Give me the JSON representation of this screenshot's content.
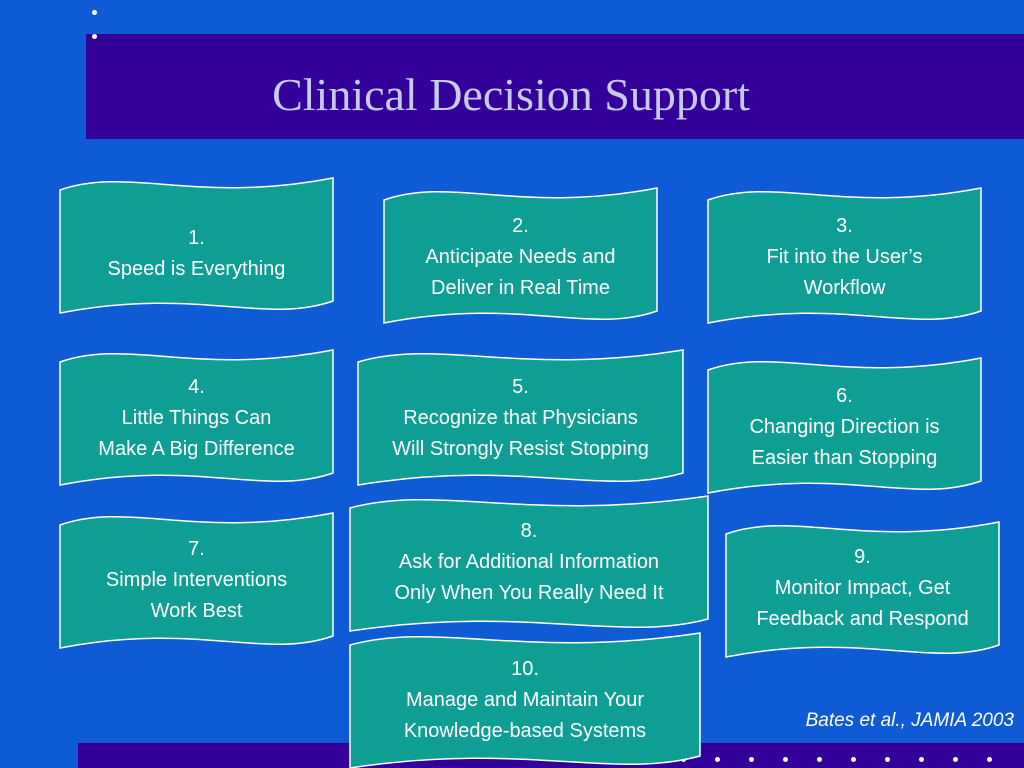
{
  "slide": {
    "title": "Clinical Decision Support",
    "citation": "Bates et al., JAMIA 2003",
    "colors": {
      "background": "#0f5bd6",
      "title_band": "#33009a",
      "banner_fill": "#0e9e94",
      "title_text": "#c9c9ee"
    }
  },
  "banners": [
    {
      "number": "1.",
      "lines": [
        "Speed is Everything"
      ]
    },
    {
      "number": "2.",
      "lines": [
        "Anticipate Needs and",
        "Deliver in Real Time"
      ]
    },
    {
      "number": "3.",
      "lines": [
        "Fit into the User’s",
        "Workflow"
      ]
    },
    {
      "number": "4.",
      "lines": [
        "Little Things Can",
        "Make A Big Difference"
      ]
    },
    {
      "number": "5.",
      "lines": [
        "Recognize that Physicians",
        "Will Strongly Resist Stopping"
      ]
    },
    {
      "number": "6.",
      "lines": [
        "Changing Direction is",
        "Easier than Stopping"
      ]
    },
    {
      "number": "7.",
      "lines": [
        "Simple Interventions",
        "Work Best"
      ]
    },
    {
      "number": "8.",
      "lines": [
        "Ask for Additional Information",
        "Only When You Really Need It"
      ]
    },
    {
      "number": "9.",
      "lines": [
        "Monitor Impact, Get",
        "Feedback and Respond"
      ]
    },
    {
      "number": "10.",
      "lines": [
        "Manage and Maintain Your",
        "Knowledge-based Systems"
      ]
    }
  ]
}
